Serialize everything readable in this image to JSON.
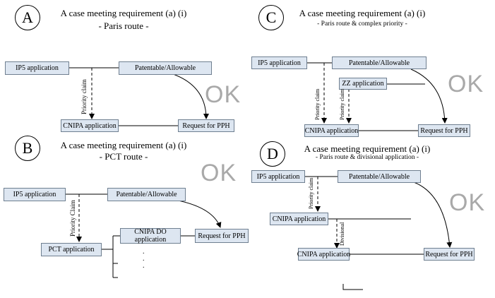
{
  "panels": {
    "A": {
      "letter": "A",
      "title": "A case meeting requirement (a) (i)",
      "subtitle": "- Paris route -",
      "boxes": {
        "ip5": "IP5 application",
        "patentable": "Patentable/Allowable",
        "cnipa": "CNIPA application",
        "pph": "Request for PPH"
      },
      "link_label": "Priority claim",
      "status": "OK"
    },
    "B": {
      "letter": "B",
      "title": "A case meeting requirement (a) (i)",
      "subtitle": "- PCT route -",
      "boxes": {
        "ip5": "IP5 application",
        "patentable": "Patentable/Allowable",
        "pct": "PCT application",
        "cnipa_do_1": "CNIPA DO",
        "cnipa_do_2": "application",
        "pph": "Request for PPH"
      },
      "link_label": "Priority Claim",
      "dots": [
        ".",
        ".",
        "."
      ],
      "status": "OK"
    },
    "C": {
      "letter": "C",
      "title": "A case meeting requirement (a) (i)",
      "subtitle": "- Paris route & complex priority -",
      "boxes": {
        "ip5": "IP5 application",
        "patentable": "Patentable/Allowable",
        "zz": "ZZ application",
        "cnipa": "CNIPA application",
        "pph": "Request for PPH"
      },
      "link_label_1": "Priority claim",
      "link_label_2": "Priority claim",
      "status": "OK"
    },
    "D": {
      "letter": "D",
      "title": "A case meeting requirement (a) (i)",
      "subtitle": "- Paris route & divisional application -",
      "boxes": {
        "ip5": "IP5 application",
        "patentable": "Patentable/Allowable",
        "cnipa_parent": "CNIPA application",
        "cnipa_div": "CNIPA application",
        "pph": "Request for PPH"
      },
      "link_label": "Priority claim",
      "div_label": "Divisional",
      "status": "OK"
    }
  }
}
